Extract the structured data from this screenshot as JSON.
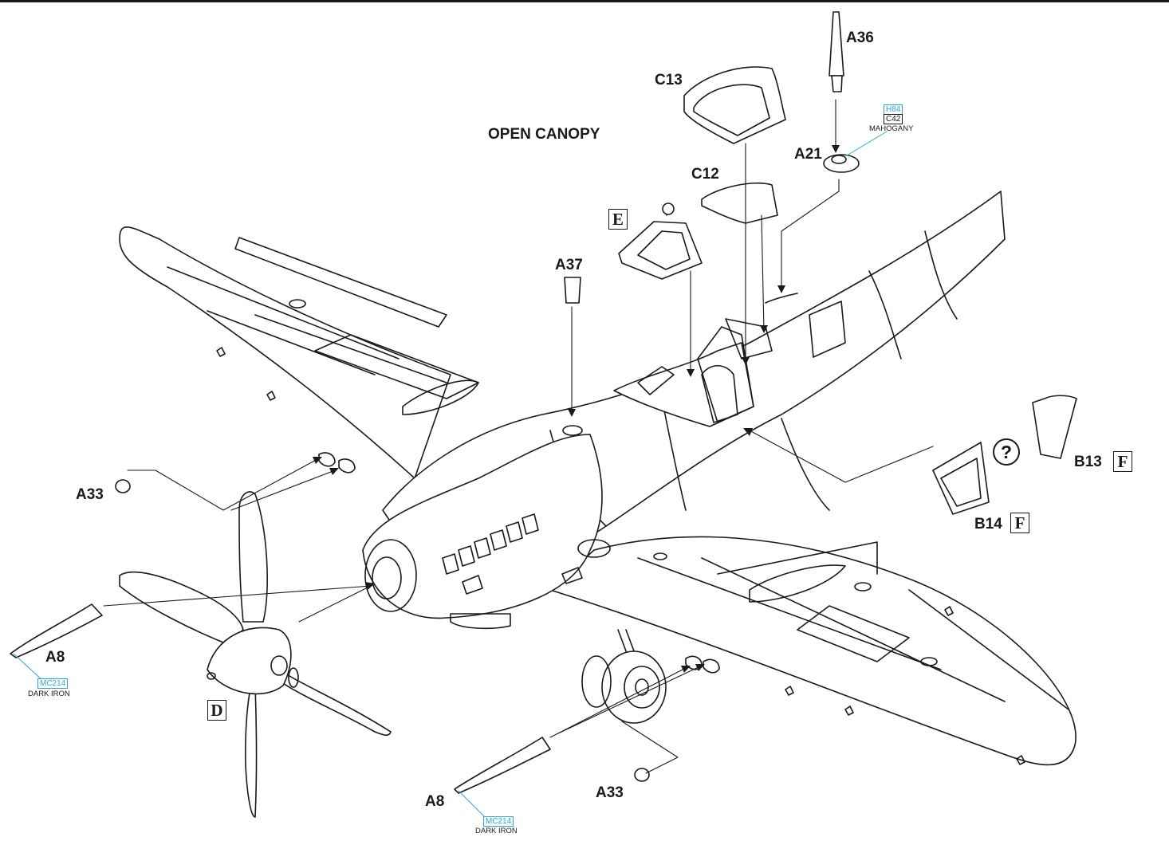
{
  "heading": "OPEN CANOPY",
  "parts": {
    "A36": "A36",
    "C13": "C13",
    "A21": "A21",
    "C12": "C12",
    "A37": "A37",
    "A33_left": "A33",
    "A33_bottom": "A33",
    "A8_left": "A8",
    "A8_bottom": "A8",
    "B13": "B13",
    "B14": "B14"
  },
  "step_markers": {
    "E": "E",
    "F_b13": "F",
    "F_b14": "F",
    "D": "D"
  },
  "optional_mark": "?",
  "color_callouts": {
    "a21": {
      "codes": [
        "H84",
        "C42"
      ],
      "name": "MAHOGANY"
    },
    "a8_left": {
      "code": "MC214",
      "name": "DARK IRON"
    },
    "a8_bottom": {
      "code": "MC214",
      "name": "DARK IRON"
    }
  },
  "colors": {
    "line": "#1a1a1a",
    "callout": "#2aa7d6",
    "background": "#ffffff"
  }
}
